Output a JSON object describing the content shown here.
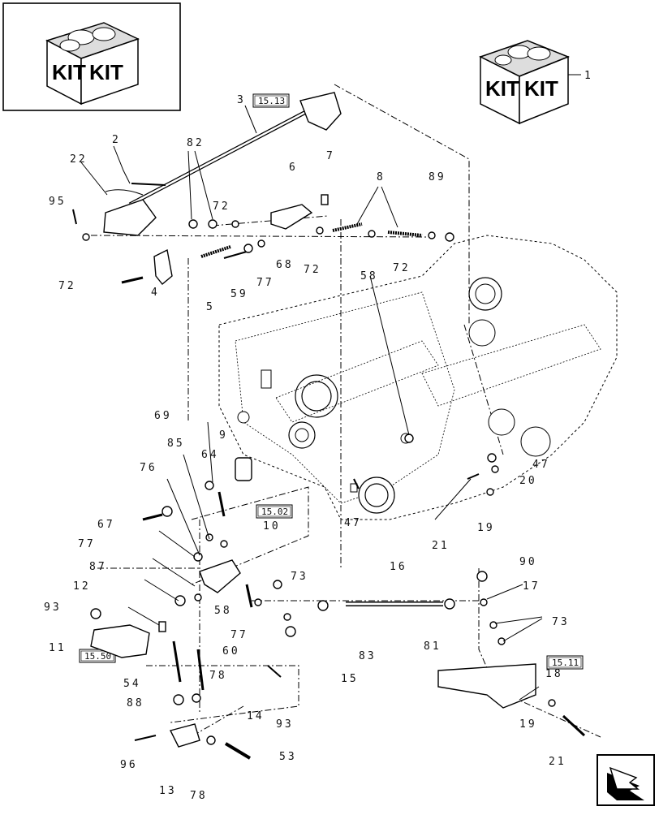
{
  "kit": {
    "left_label": "KIT",
    "right_label": "KIT",
    "callout": "1"
  },
  "refs": {
    "r1": "15.13",
    "r2": "15.02",
    "r3": "15.50",
    "r4": "15.11"
  },
  "callouts": [
    "3",
    "2",
    "22",
    "95",
    "72",
    "82",
    "72",
    "6",
    "7",
    "8",
    "89",
    "72",
    "68",
    "77",
    "72",
    "4",
    "5",
    "59",
    "58",
    "69",
    "9",
    "85",
    "76",
    "64",
    "67",
    "10",
    "77",
    "87",
    "12",
    "93",
    "11",
    "58",
    "77",
    "73",
    "16",
    "90",
    "17",
    "73",
    "60",
    "54",
    "78",
    "88",
    "14",
    "93",
    "15",
    "83",
    "81",
    "47",
    "20",
    "47",
    "21",
    "19",
    "18",
    "19",
    "21",
    "96",
    "13",
    "78",
    "53"
  ]
}
